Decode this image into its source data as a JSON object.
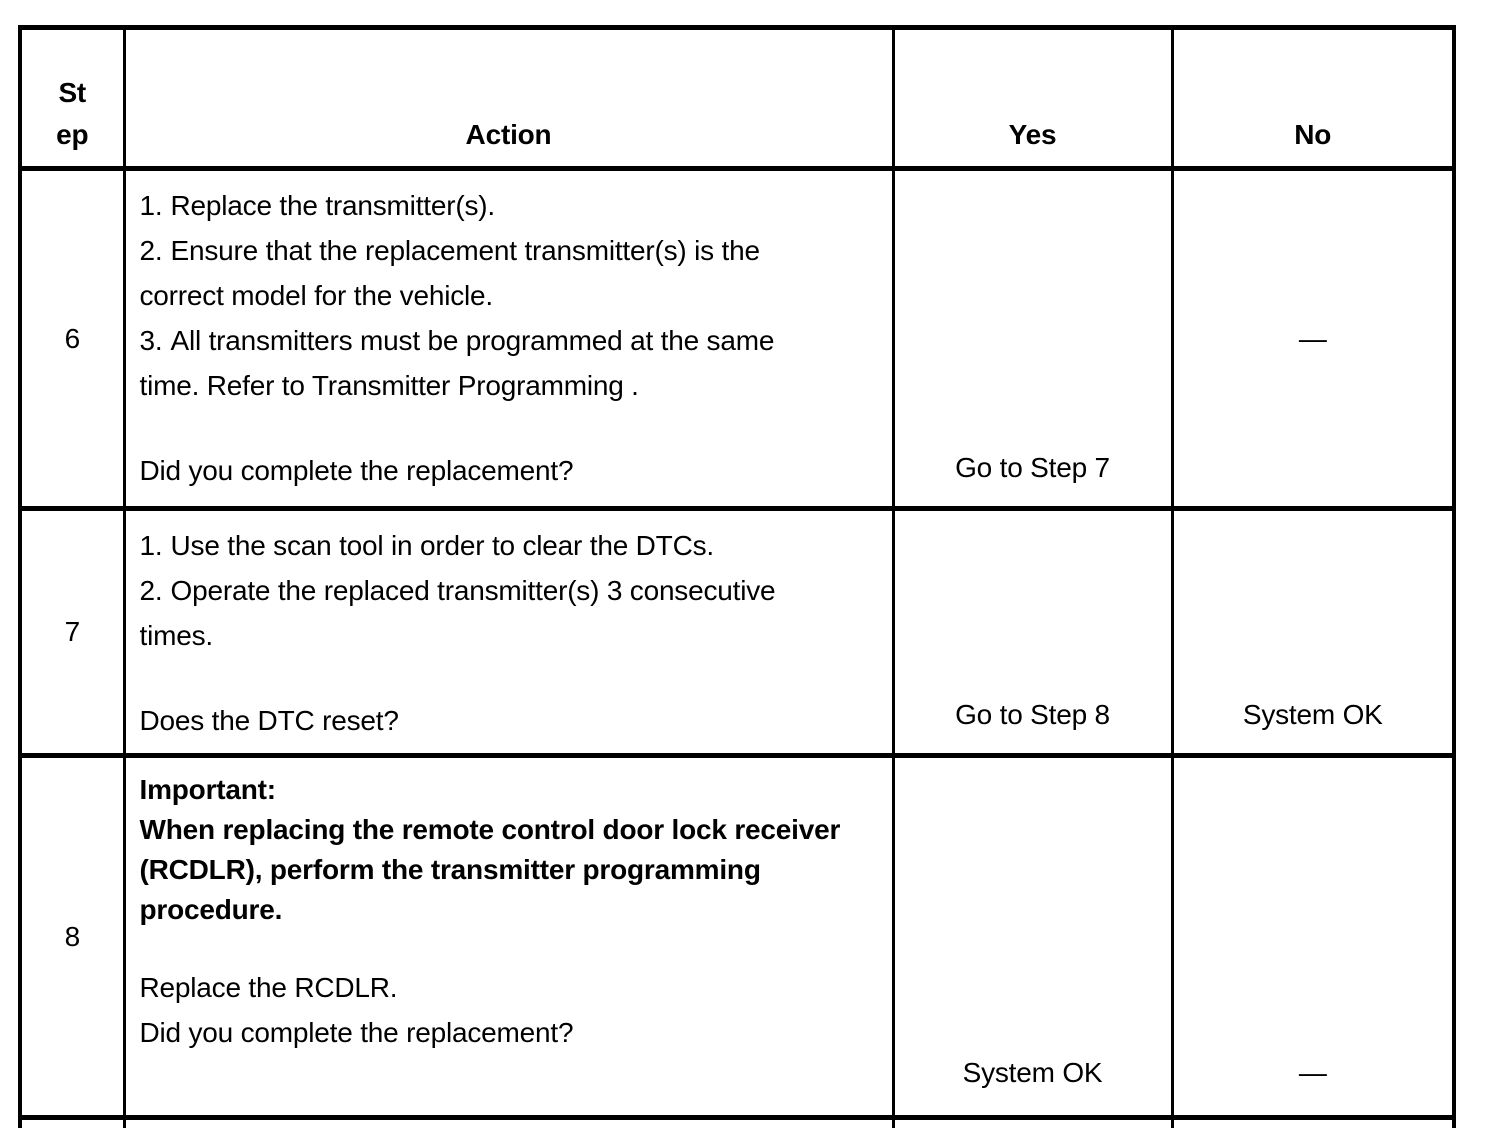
{
  "colors": {
    "border": "#000000",
    "text": "#000000",
    "background": "#ffffff"
  },
  "table": {
    "header": {
      "step": [
        "St",
        "ep"
      ],
      "action": "Action",
      "yes": "Yes",
      "no": "No"
    },
    "rows": [
      {
        "step": "6",
        "action_lines": [
          {
            "num": "1.",
            "text": "Replace the transmitter(s)."
          },
          {
            "num": "2.",
            "text": "Ensure that the replacement transmitter(s) is the"
          },
          {
            "text": "correct model for the vehicle."
          },
          {
            "num": "3.",
            "text": "All transmitters must be programmed at the same"
          },
          {
            "text": "time. Refer to Transmitter Programming ."
          }
        ],
        "question": "Did you complete the replacement?",
        "yes": "Go to Step 7",
        "no": "—"
      },
      {
        "step": "7",
        "action_lines": [
          {
            "num": "1.",
            "text": "Use the scan tool in order to clear the DTCs."
          },
          {
            "num": "2.",
            "text": "Operate the replaced transmitter(s) 3 consecutive"
          },
          {
            "text": "times."
          }
        ],
        "question": "Does the DTC reset?",
        "yes": "Go to Step 8",
        "no": "System OK"
      },
      {
        "step": "8",
        "important_lines": [
          "Important:",
          "When replacing the remote control door lock receiver",
          "(RCDLR), perform the transmitter programming",
          "procedure."
        ],
        "action_lines": [
          {
            "text": "Replace the RCDLR."
          },
          {
            "text": "Did you complete the replacement?"
          }
        ],
        "yes": "System OK",
        "no": "—"
      }
    ]
  }
}
